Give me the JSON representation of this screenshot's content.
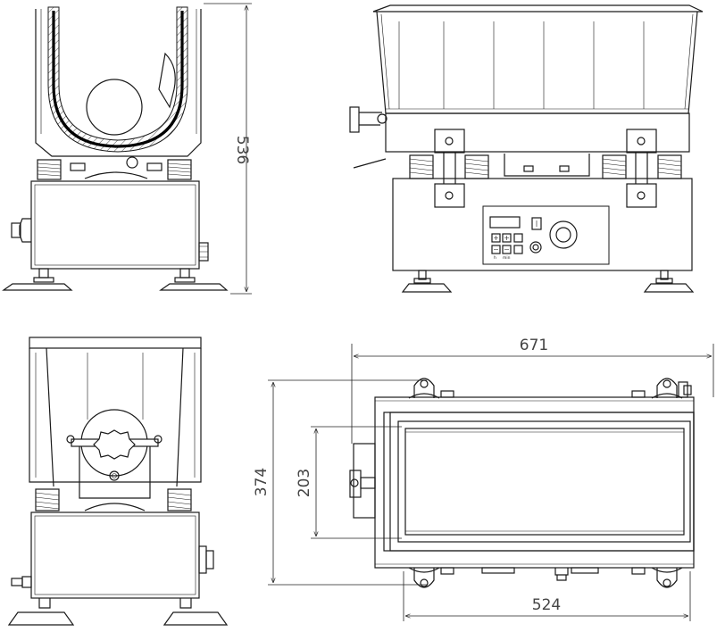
{
  "dimensions": {
    "height_total": "536",
    "length_total": "671",
    "length_base": "524",
    "width_total": "374",
    "width_bowl": "203"
  },
  "control_panel": {
    "label_h": "h",
    "label_min": "min"
  },
  "colors": {
    "line": "#1a1a1a",
    "dimension": "#444444",
    "paper": "#ffffff"
  }
}
